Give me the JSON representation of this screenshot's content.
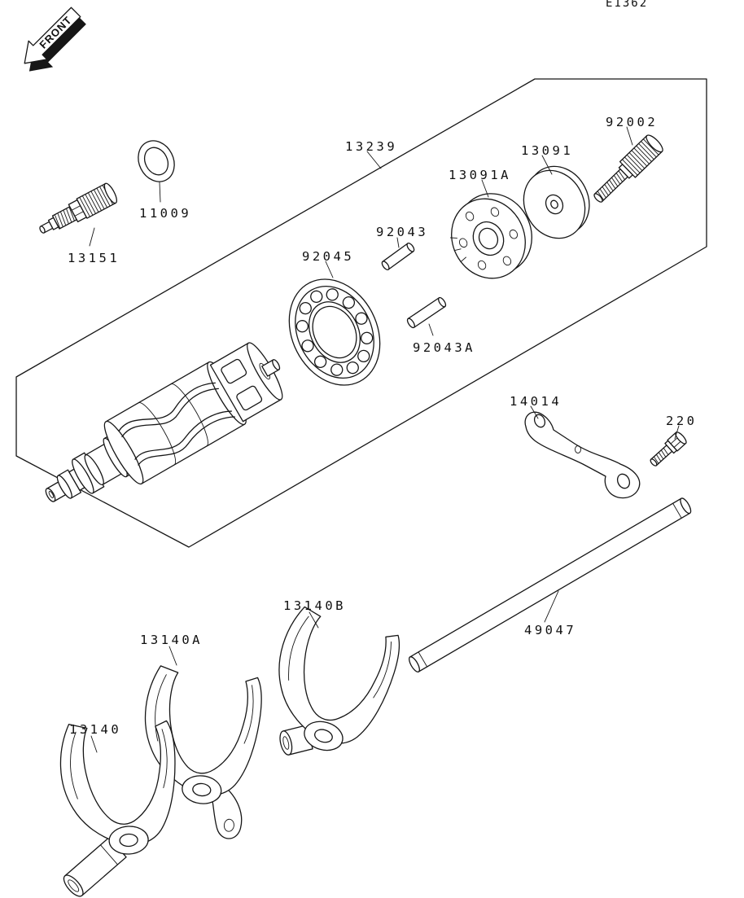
{
  "header": {
    "code": "E1362"
  },
  "front_arrow": {
    "label": "FRONT"
  },
  "part_labels": {
    "p13239": "13239",
    "p92002": "92002",
    "p13091": "13091",
    "p13091a": "13091A",
    "p11009": "11009",
    "p13151": "13151",
    "p92043": "92043",
    "p92045": "92045",
    "p92043a": "92043A",
    "p14014": "14014",
    "p220": "220",
    "p49047": "49047",
    "p13140b": "13140B",
    "p13140a": "13140A",
    "p13140": "13140"
  }
}
